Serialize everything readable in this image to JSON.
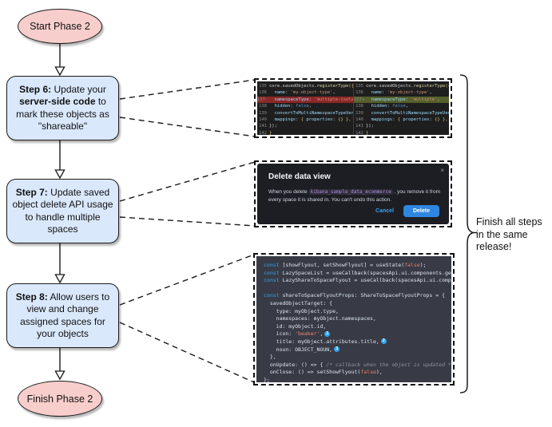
{
  "flowchart": {
    "start_label": "Start Phase 2",
    "finish_label": "Finish Phase 2",
    "step6": {
      "b1": "Step 6:",
      "t1": " Update your ",
      "b2": "server-side code",
      "t2": " to mark these objects as \"shareable\""
    },
    "step7": {
      "b1": "Step 7:",
      "t1": " Update saved object delete API usage to handle multiple spaces"
    },
    "step8": {
      "b1": "Step 8:",
      "t1": " Allow users to view and change assigned spaces for your objects"
    },
    "side_note": "Finish all steps in the same release!"
  },
  "diff_inset": {
    "left": {
      "lines": [
        {
          "num": "135",
          "tokens": [
            {
              "t": "core.savedObjects.",
              "c": "pl"
            },
            {
              "t": "registerType",
              "c": "fn"
            },
            {
              "t": "({",
              "c": "pu"
            }
          ]
        },
        {
          "num": "136",
          "tokens": [
            {
              "t": "  name",
              "c": "key"
            },
            {
              "t": ": ",
              "c": "pl"
            },
            {
              "t": "'my-object-type'",
              "c": "str"
            },
            {
              "t": ",",
              "c": "pl"
            }
          ]
        },
        {
          "num": "137-",
          "type": "removed",
          "tokens": [
            {
              "t": "  namespaceType",
              "c": "key"
            },
            {
              "t": ": ",
              "c": "pl"
            },
            {
              "t": "'multiple-isolated'",
              "c": "str"
            },
            {
              "t": ",",
              "c": "pl"
            }
          ]
        },
        {
          "num": "138",
          "tokens": [
            {
              "t": "  hidden",
              "c": "key"
            },
            {
              "t": ": ",
              "c": "pl"
            },
            {
              "t": "false",
              "c": "kw"
            },
            {
              "t": ",",
              "c": "pl"
            }
          ]
        },
        {
          "num": "139",
          "tokens": [
            {
              "t": "  convertToMultiNamespaceTypeVersion",
              "c": "key"
            },
            {
              "t": ": ",
              "c": "pl"
            },
            {
              "t": "'",
              "c": "str"
            }
          ]
        },
        {
          "num": "140",
          "tokens": [
            {
              "t": "  mappings",
              "c": "key"
            },
            {
              "t": ": ",
              "c": "pl"
            },
            {
              "t": "{ ",
              "c": "pu"
            },
            {
              "t": "properties",
              "c": "key"
            },
            {
              "t": ": ",
              "c": "pl"
            },
            {
              "t": "{} },",
              "c": "pu"
            }
          ]
        },
        {
          "num": "141",
          "tokens": [
            {
              "t": "});",
              "c": "pl"
            }
          ]
        },
        {
          "num": "142",
          "tokens": [
            {
              "t": "}",
              "c": "pu"
            }
          ]
        }
      ]
    },
    "right": {
      "lines": [
        {
          "num": "135",
          "tokens": [
            {
              "t": "core.savedObjects.",
              "c": "pl"
            },
            {
              "t": "registerType",
              "c": "fn"
            },
            {
              "t": "({",
              "c": "pu"
            }
          ]
        },
        {
          "num": "136",
          "tokens": [
            {
              "t": "  name",
              "c": "key"
            },
            {
              "t": ": ",
              "c": "pl"
            },
            {
              "t": "'my-object-type'",
              "c": "str"
            },
            {
              "t": ",",
              "c": "pl"
            }
          ]
        },
        {
          "num": "137+",
          "type": "added",
          "tokens": [
            {
              "t": "  namespaceType",
              "c": "key"
            },
            {
              "t": ": ",
              "c": "pl"
            },
            {
              "t": "'multiple'",
              "c": "str"
            },
            {
              "t": ",",
              "c": "pl"
            }
          ]
        },
        {
          "num": "138",
          "tokens": [
            {
              "t": "  hidden",
              "c": "key"
            },
            {
              "t": ": ",
              "c": "pl"
            },
            {
              "t": "false",
              "c": "kw"
            },
            {
              "t": ",",
              "c": "pl"
            }
          ]
        },
        {
          "num": "139",
          "tokens": [
            {
              "t": "  convertToMultiNamespaceTypeVersion",
              "c": "key"
            },
            {
              "t": ": ",
              "c": "pl"
            },
            {
              "t": "'",
              "c": "str"
            }
          ]
        },
        {
          "num": "140",
          "tokens": [
            {
              "t": "  mappings",
              "c": "key"
            },
            {
              "t": ": ",
              "c": "pl"
            },
            {
              "t": "{ ",
              "c": "pu"
            },
            {
              "t": "properties",
              "c": "key"
            },
            {
              "t": ": ",
              "c": "pl"
            },
            {
              "t": "{} },",
              "c": "pu"
            }
          ]
        },
        {
          "num": "141",
          "tokens": [
            {
              "t": "});",
              "c": "pl"
            }
          ]
        },
        {
          "num": "142",
          "tokens": [
            {
              "t": "}",
              "c": "pu"
            }
          ]
        }
      ]
    }
  },
  "modal_inset": {
    "title": "Delete data view",
    "close_icon": "×",
    "body_pre": "When you delete ",
    "body_code": "kibana_sample_data_ecommerce",
    "body_post": " , you remove it from every space it is shared in. You can't undo this action.",
    "cancel_label": "Cancel",
    "delete_label": "Delete"
  },
  "code_inset": {
    "lines": [
      {
        "tokens": [
          {
            "t": "const",
            "c": "kw2"
          },
          {
            "t": " [showFlyout, setShowFlyout] = useState(",
            "c": "pl2"
          },
          {
            "t": "false",
            "c": "org"
          },
          {
            "t": ");",
            "c": "pl2"
          }
        ]
      },
      {
        "tokens": [
          {
            "t": "const",
            "c": "kw2"
          },
          {
            "t": " LazySpaceList = useCallback(spacesApi.ui.components.getSpaceLis",
            "c": "pl2"
          }
        ]
      },
      {
        "tokens": [
          {
            "t": "const",
            "c": "kw2"
          },
          {
            "t": " LazyShareToSpaceFlyout = useCallback(spacesApi.ui.components.ge",
            "c": "pl2"
          }
        ]
      },
      {
        "tokens": []
      },
      {
        "tokens": [
          {
            "t": "const",
            "c": "kw2"
          },
          {
            "t": " shareToSpaceFlyoutProps: ShareToSpaceFlyoutProps = {",
            "c": "pl2"
          }
        ]
      },
      {
        "tokens": [
          {
            "t": "  savedObjectTarget: {",
            "c": "pl2"
          }
        ]
      },
      {
        "tokens": [
          {
            "t": "    type: myObject.type,",
            "c": "pl2"
          }
        ]
      },
      {
        "tokens": [
          {
            "t": "    namespaces: myObject.namespaces,",
            "c": "pl2"
          }
        ]
      },
      {
        "tokens": [
          {
            "t": "    id: myObject.id,",
            "c": "pl2"
          }
        ]
      },
      {
        "badge": "1",
        "tokens": [
          {
            "t": "    icon: ",
            "c": "pl2"
          },
          {
            "t": "'beaker'",
            "c": "str2"
          },
          {
            "t": ",",
            "c": "pl2"
          }
        ]
      },
      {
        "badge": "2",
        "tokens": [
          {
            "t": "    title: myObject.attributes.title,",
            "c": "pl2"
          }
        ]
      },
      {
        "badge": "3",
        "tokens": [
          {
            "t": "    noun: OBJECT_NOUN,",
            "c": "pl2"
          }
        ]
      },
      {
        "tokens": [
          {
            "t": "  },",
            "c": "pl2"
          }
        ]
      },
      {
        "tokens": [
          {
            "t": "  onUpdate: () => { ",
            "c": "pl2"
          },
          {
            "t": "/* callback when the object is updated */",
            "c": "com"
          },
          {
            "t": " },",
            "c": "pl2"
          }
        ]
      },
      {
        "tokens": [
          {
            "t": "  onClose: () => setShowFlyout(",
            "c": "pl2"
          },
          {
            "t": "false",
            "c": "org"
          },
          {
            "t": "),",
            "c": "pl2"
          }
        ]
      },
      {
        "tokens": [
          {
            "t": "};",
            "c": "pl2"
          }
        ]
      }
    ]
  },
  "colors": {
    "node_pink": "#f8cecc",
    "node_blue": "#dae8fc",
    "accent_blue": "#36a2ef",
    "diff_removed": "#8c2727",
    "diff_added": "#55602c"
  }
}
